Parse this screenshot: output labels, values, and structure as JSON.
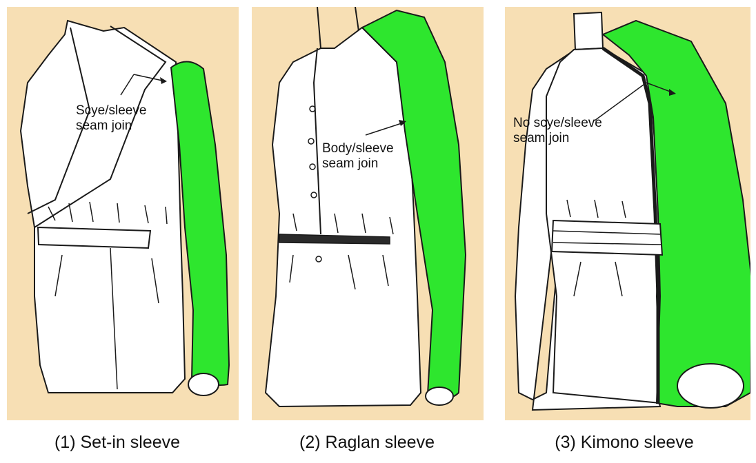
{
  "colors": {
    "paper": "#f7dfb4",
    "sleeve": "#2ee62e",
    "garment": "#ffffff",
    "ink": "#1a1a1a"
  },
  "panels": [
    {
      "annotation_line1": "Scye/sleeve",
      "annotation_line2": "seam join",
      "caption": "(1) Set-in sleeve"
    },
    {
      "annotation_line1": "Body/sleeve",
      "annotation_line2": "seam join",
      "caption": "(2) Raglan sleeve"
    },
    {
      "annotation_line1": "No scye/sleeve",
      "annotation_line2": "seam join",
      "caption": "(3) Kimono sleeve"
    }
  ]
}
